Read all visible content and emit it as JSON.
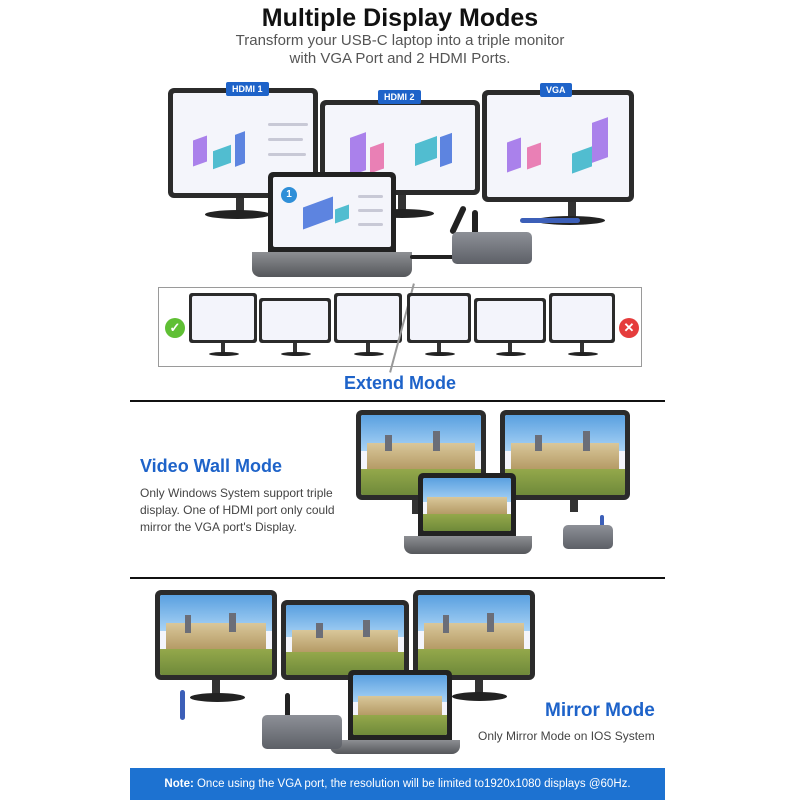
{
  "header": {
    "title": "Multiple Display Modes",
    "subtitle_line1": "Transform your USB-C laptop into a triple monitor",
    "subtitle_line2": "with VGA Port and 2 HDMI Ports."
  },
  "ports": {
    "hdmi1": "HDMI 1",
    "hdmi2": "HDMI 2",
    "vga": "VGA"
  },
  "extend": {
    "title": "Extend Mode",
    "ok_symbol": "✓",
    "no_symbol": "✕"
  },
  "video_wall": {
    "title": "Video Wall Mode",
    "desc_line1": "Only Windows System support triple",
    "desc_line2": "display. One of HDMI port only could",
    "desc_line3": "mirror the VGA port's Display."
  },
  "mirror": {
    "title": "Mirror Mode",
    "desc": "Only Mirror Mode on IOS System"
  },
  "note": {
    "label": "Note:",
    "text": " Once using the VGA port, the resolution will be limited to1920x1080 displays @60Hz."
  },
  "laptop_badge": "1",
  "colors": {
    "accent": "#1e63c9",
    "note_bg": "#1d72d1",
    "ok": "#5fbf34",
    "no": "#e53c3c"
  }
}
